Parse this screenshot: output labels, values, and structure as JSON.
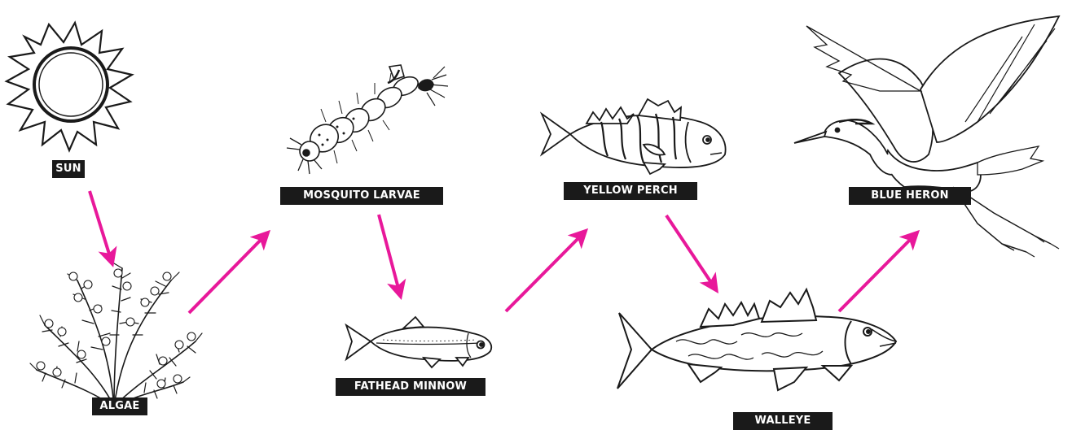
{
  "diagram": {
    "organisms": [
      {
        "id": "sun",
        "label": "SUN",
        "icon": "sun-icon"
      },
      {
        "id": "algae",
        "label": "ALGAE",
        "icon": "algae-icon"
      },
      {
        "id": "mosquito",
        "label": "MOSQUITO LARVAE",
        "icon": "mosquito-larvae-icon"
      },
      {
        "id": "minnow",
        "label": "FATHEAD MINNOW",
        "icon": "fathead-minnow-icon"
      },
      {
        "id": "perch",
        "label": "YELLOW PERCH",
        "icon": "yellow-perch-icon"
      },
      {
        "id": "walleye",
        "label": "WALLEYE",
        "icon": "walleye-icon"
      },
      {
        "id": "heron",
        "label": "BLUE HERON",
        "icon": "blue-heron-icon"
      }
    ],
    "arrow_color": "#e8189a",
    "label_bg": "#1a1a1a",
    "label_fg": "#ffffff"
  }
}
